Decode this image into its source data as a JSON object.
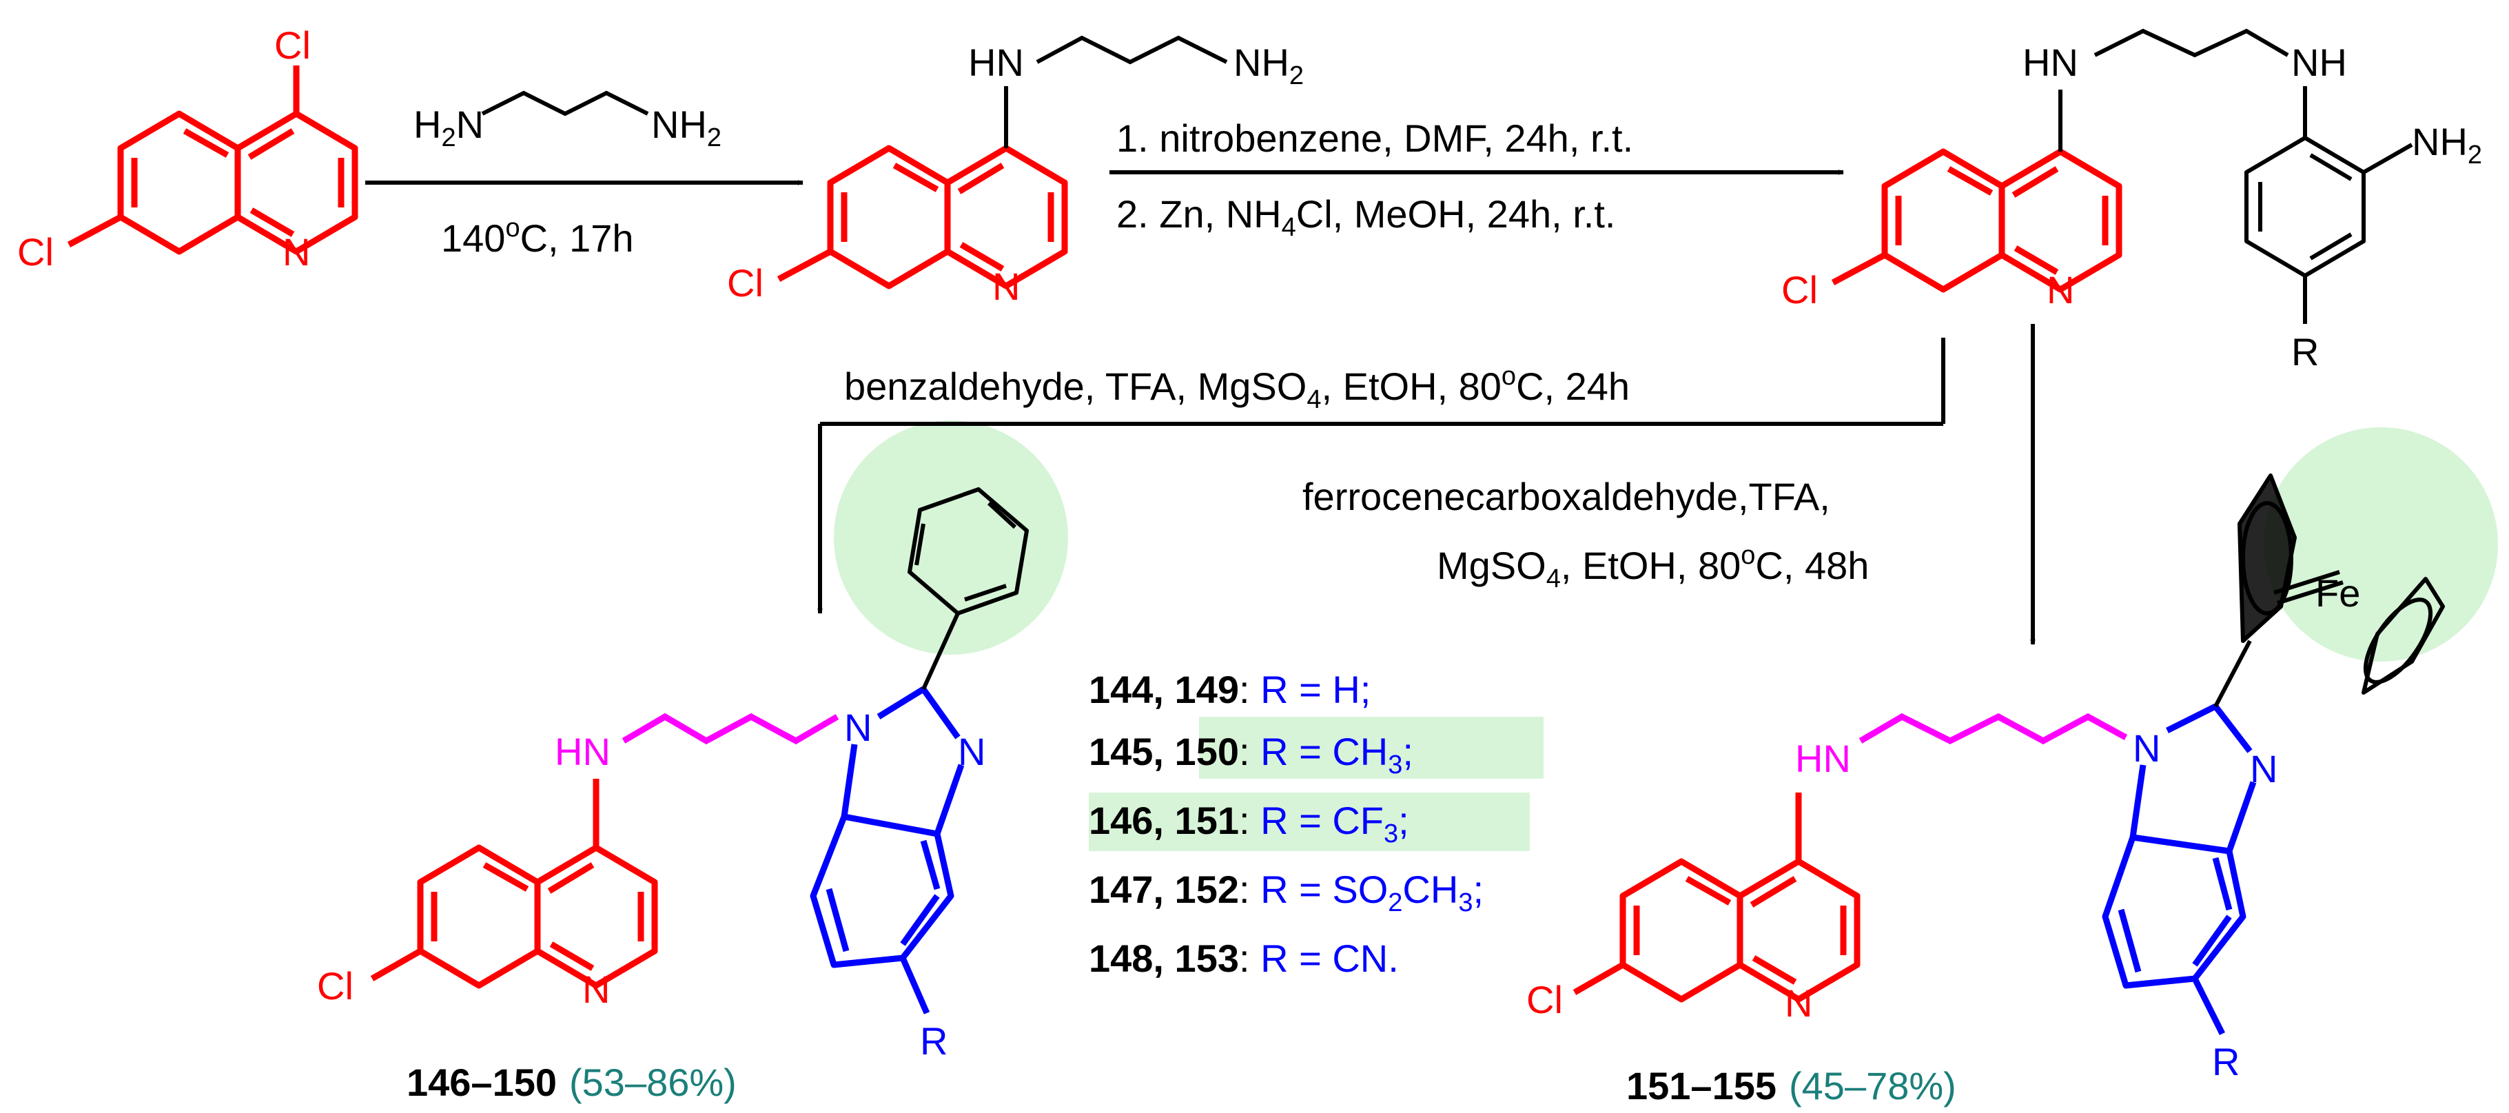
{
  "colors": {
    "quinoline": "#ff0000",
    "benzimidazole": "#0000ff",
    "linker": "#ff00ff",
    "bond": "#000000",
    "highlight": "#c8f0c8",
    "yield": "#1a7f7a",
    "substituent": "#0000ff"
  },
  "atoms": {
    "cl": "Cl",
    "n": "N",
    "hn": "HN",
    "nh": "NH",
    "h": "H",
    "nh2": "NH",
    "h2n": "H",
    "two": "2",
    "r": "R",
    "fe": "Fe"
  },
  "reagent_labels": {
    "diamine_h2n": "H",
    "diamine_nh2": "NH",
    "sub2": "2"
  },
  "steps": {
    "step1_conditions": "140",
    "step1_deg": "o",
    "step1_rest": "C, 17h",
    "step2_line1": "1. nitrobenzene, DMF, 24h, r.t.",
    "step2_line2_a": "2. Zn, NH",
    "step2_line2_sub": "4",
    "step2_line2_b": "Cl, MeOH, 24h, r.t.",
    "step3_a": "benzaldehyde, TFA, MgSO",
    "step3_sub": "4",
    "step3_b": ", EtOH, 80",
    "step3_deg": "o",
    "step3_c": "C, 24h",
    "step4_line1": "ferrocenecarboxaldehyde,TFA,",
    "step4_line2_a": "MgSO",
    "step4_line2_sub": "4",
    "step4_line2_b": ", EtOH, 80",
    "step4_line2_deg": "o",
    "step4_line2_c": "C, 48h"
  },
  "substituents": [
    {
      "ids": "144, 149",
      "colon": ":",
      "r": " R = H;",
      "r_sub": "",
      "r_tail": ""
    },
    {
      "ids": "145, 150",
      "colon": ":",
      "r": " R = CH",
      "r_sub": "3",
      "r_tail": ";"
    },
    {
      "ids": "146, 151",
      "colon": ":",
      "r": " R = CF",
      "r_sub": "3",
      "r_tail": ";"
    },
    {
      "ids": "147, 152",
      "colon": ":",
      "r": " R = SO",
      "r_sub": "2",
      "r_tail": "CH"
    },
    {
      "ids": "148, 153",
      "colon": ":",
      "r": " R = CN.",
      "r_sub": "",
      "r_tail": ""
    }
  ],
  "sub_extra": {
    "so2ch3_sub": "3",
    "so2ch3_tail": ";"
  },
  "products": {
    "left_ids": "146–150",
    "left_yield": "(53–86%)",
    "right_ids": "151–155",
    "right_yield": "(45–78%)"
  }
}
